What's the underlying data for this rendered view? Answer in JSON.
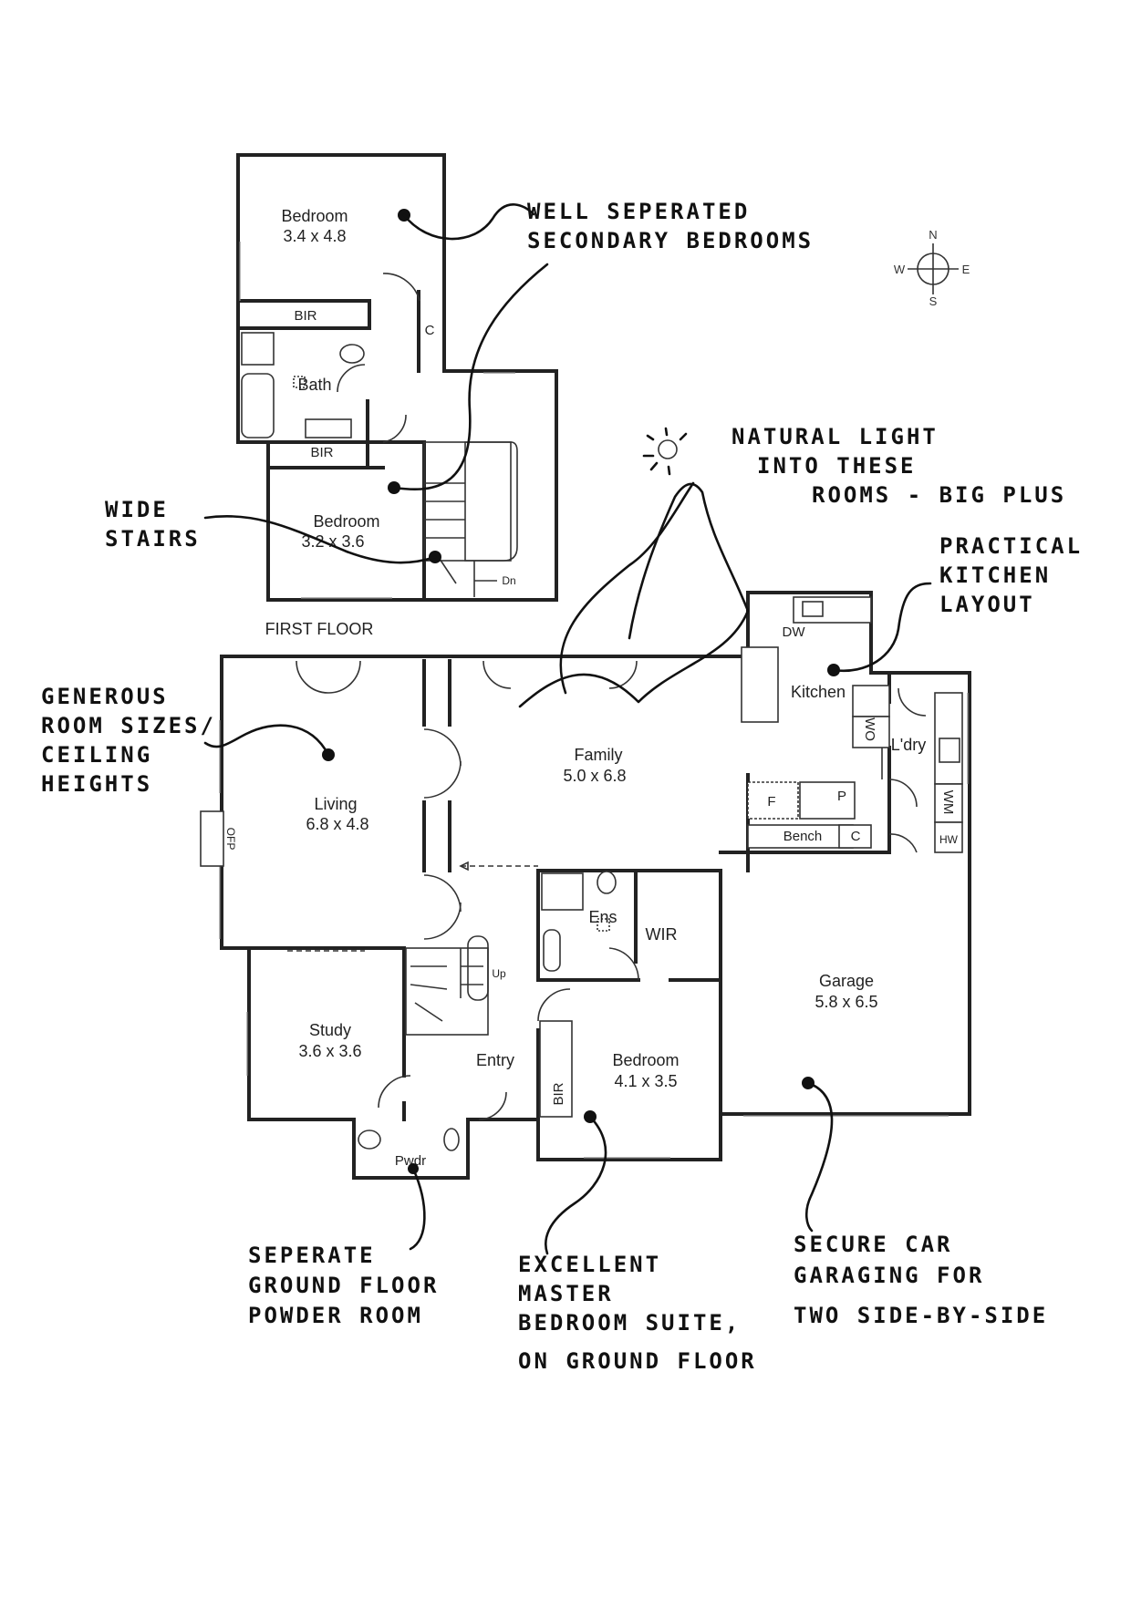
{
  "floor_label": "FIRST FLOOR",
  "compass": {
    "n": "N",
    "s": "S",
    "e": "E",
    "w": "W"
  },
  "rooms": {
    "bedroom2": {
      "name": "Bedroom",
      "size": "3.4 x 4.8"
    },
    "bedroom3": {
      "name": "Bedroom",
      "size": "3.2 x 3.6"
    },
    "bir_upper1": "BIR",
    "bir_upper2": "BIR",
    "c_upper": "C",
    "bath": "Bath",
    "dn": "Dn",
    "living": {
      "name": "Living",
      "size": "6.8 x 4.8"
    },
    "family": {
      "name": "Family",
      "size": "5.0 x 6.8"
    },
    "kitchen": "Kitchen",
    "dw": "DW",
    "wo": "WO",
    "ldry": "L'dry",
    "wm": "WM",
    "hw": "HW",
    "f": "F",
    "p": "P",
    "bench": "Bench",
    "c_lower": "C",
    "ofp": "OFP",
    "ens": "Ens",
    "wir": "WIR",
    "up": "Up",
    "study": {
      "name": "Study",
      "size": "3.6 x 3.6"
    },
    "entry": "Entry",
    "master": {
      "name": "Bedroom",
      "size": "4.1 x 3.5"
    },
    "bir_lower": "BIR",
    "garage": {
      "name": "Garage",
      "size": "5.8 x 6.5"
    },
    "pwdr": "Pwdr"
  },
  "notes": {
    "secondary": [
      "WELL SEPERATED",
      "SECONDARY BEDROOMS"
    ],
    "stairs": [
      "WIDE",
      "STAIRS"
    ],
    "light": [
      "NATURAL LIGHT",
      "INTO THESE",
      "ROOMS - BIG PLUS"
    ],
    "kitchen": [
      "PRACTICAL",
      "KITCHEN",
      "LAYOUT"
    ],
    "rooms": [
      "GENEROUS",
      "ROOM SIZES/",
      "CEILING",
      "HEIGHTS"
    ],
    "powder": [
      "SEPERATE",
      "GROUND FLOOR",
      "POWDER ROOM"
    ],
    "master": [
      "EXCELLENT",
      "MASTER",
      "BEDROOM SUITE,",
      "ON GROUND FLOOR"
    ],
    "garage": [
      "SECURE CAR",
      "GARAGING FOR",
      "TWO SIDE-BY-SIDE"
    ]
  }
}
